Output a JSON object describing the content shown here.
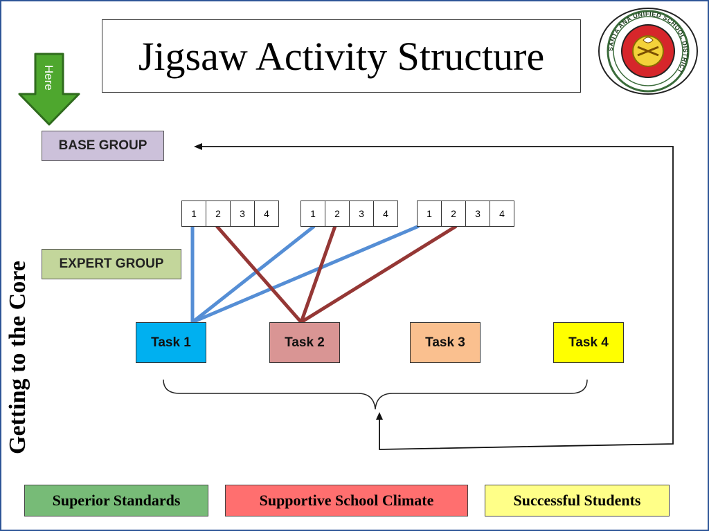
{
  "title": "Jigsaw Activity Structure",
  "here_label": "Here",
  "side_label": "Getting to the Core",
  "base_group_label": "BASE GROUP",
  "expert_group_label": "EXPERT GROUP",
  "number_rows": [
    [
      "1",
      "2",
      "3",
      "4"
    ],
    [
      "1",
      "2",
      "3",
      "4"
    ],
    [
      "1",
      "2",
      "3",
      "4"
    ]
  ],
  "tasks": [
    {
      "label": "Task 1",
      "color": "#00b0f0"
    },
    {
      "label": "Task 2",
      "color": "#d99594"
    },
    {
      "label": "Task 3",
      "color": "#fac08f"
    },
    {
      "label": "Task 4",
      "color": "#ffff00"
    }
  ],
  "connector_colors": {
    "task1": "#558ed5",
    "task2": "#953735"
  },
  "logo_text": "SANTA ANA UNIFIED SCHOOL DISTRICT",
  "footer": {
    "superior": "Superior Standards",
    "supportive": "Supportive School Climate",
    "successful": "Successful Students"
  }
}
